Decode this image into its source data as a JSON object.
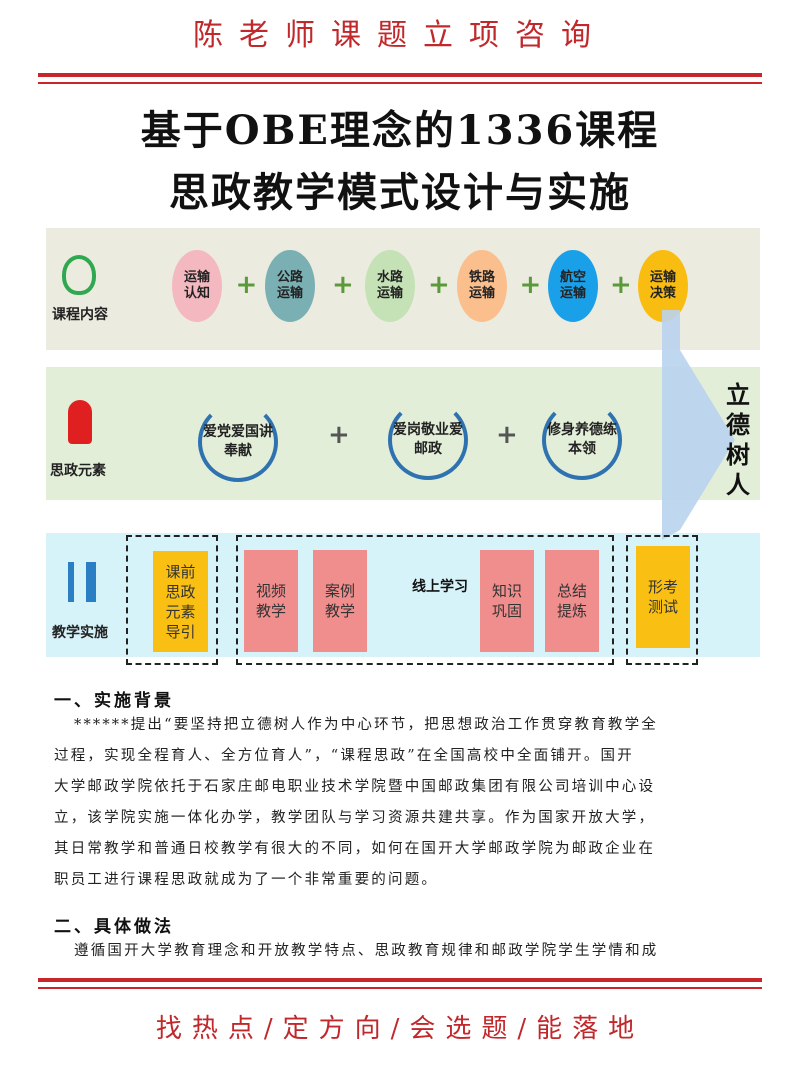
{
  "header": {
    "brand": "陈老师课题立项咨询"
  },
  "title": {
    "line1": "基于OBE理念的1336课程",
    "line2": "思政教学模式设计与实施"
  },
  "diagram": {
    "row1": {
      "label": "课程内容",
      "items": [
        {
          "text": "运输认知",
          "color": "#f4b8c0"
        },
        {
          "text": "公路运输",
          "color": "#7ab0b4"
        },
        {
          "text": "水路运输",
          "color": "#c4e2b6"
        },
        {
          "text": "铁路运输",
          "color": "#fbbf8e"
        },
        {
          "text": "航空运输",
          "color": "#1aa0e8"
        },
        {
          "text": "运输决策",
          "color": "#f9bd12"
        }
      ]
    },
    "row2": {
      "label": "思政元素",
      "items": [
        {
          "text": "爱党爱国讲奉献"
        },
        {
          "text": "爱岗敬业爱邮政"
        },
        {
          "text": "修身养德练本领"
        }
      ]
    },
    "row3": {
      "label": "教学实施",
      "pre": "课前思政元素导引",
      "online_label": "线上学习",
      "online": [
        "视频教学",
        "案例教学",
        "知识巩固",
        "总结提炼"
      ],
      "test": "形考测试"
    },
    "goal": "立德树人",
    "colors": {
      "row1_bg": "#ecebe0",
      "row2_bg": "#e3eed9",
      "row3_bg": "#d7f3fa",
      "arrow": "#b9d3ee"
    }
  },
  "sections": [
    {
      "heading": "一、实施背景",
      "lines": [
        "******提出“要坚持把立德树人作为中心环节，把思想政治工作贯穿教育教学全",
        "过程，实现全程育人、全方位育人”，“课程思政”在全国高校中全面铺开。国开",
        "大学邮政学院依托于石家庄邮电职业技术学院暨中国邮政集团有限公司培训中心设",
        "立，该学院实施一体化办学，教学团队与学习资源共建共享。作为国家开放大学，",
        "其日常教学和普通日校教学有很大的不同，如何在国开大学邮政学院为邮政企业在",
        "职员工进行课程思政就成为了一个非常重要的问题。"
      ]
    },
    {
      "heading": "二、具体做法",
      "lines": [
        "遵循国开大学教育理念和开放教学特点、思政教育规律和邮政学院学生学情和成"
      ]
    }
  ],
  "footer": {
    "slogan": "找热点/定方向/会选题/能落地"
  }
}
